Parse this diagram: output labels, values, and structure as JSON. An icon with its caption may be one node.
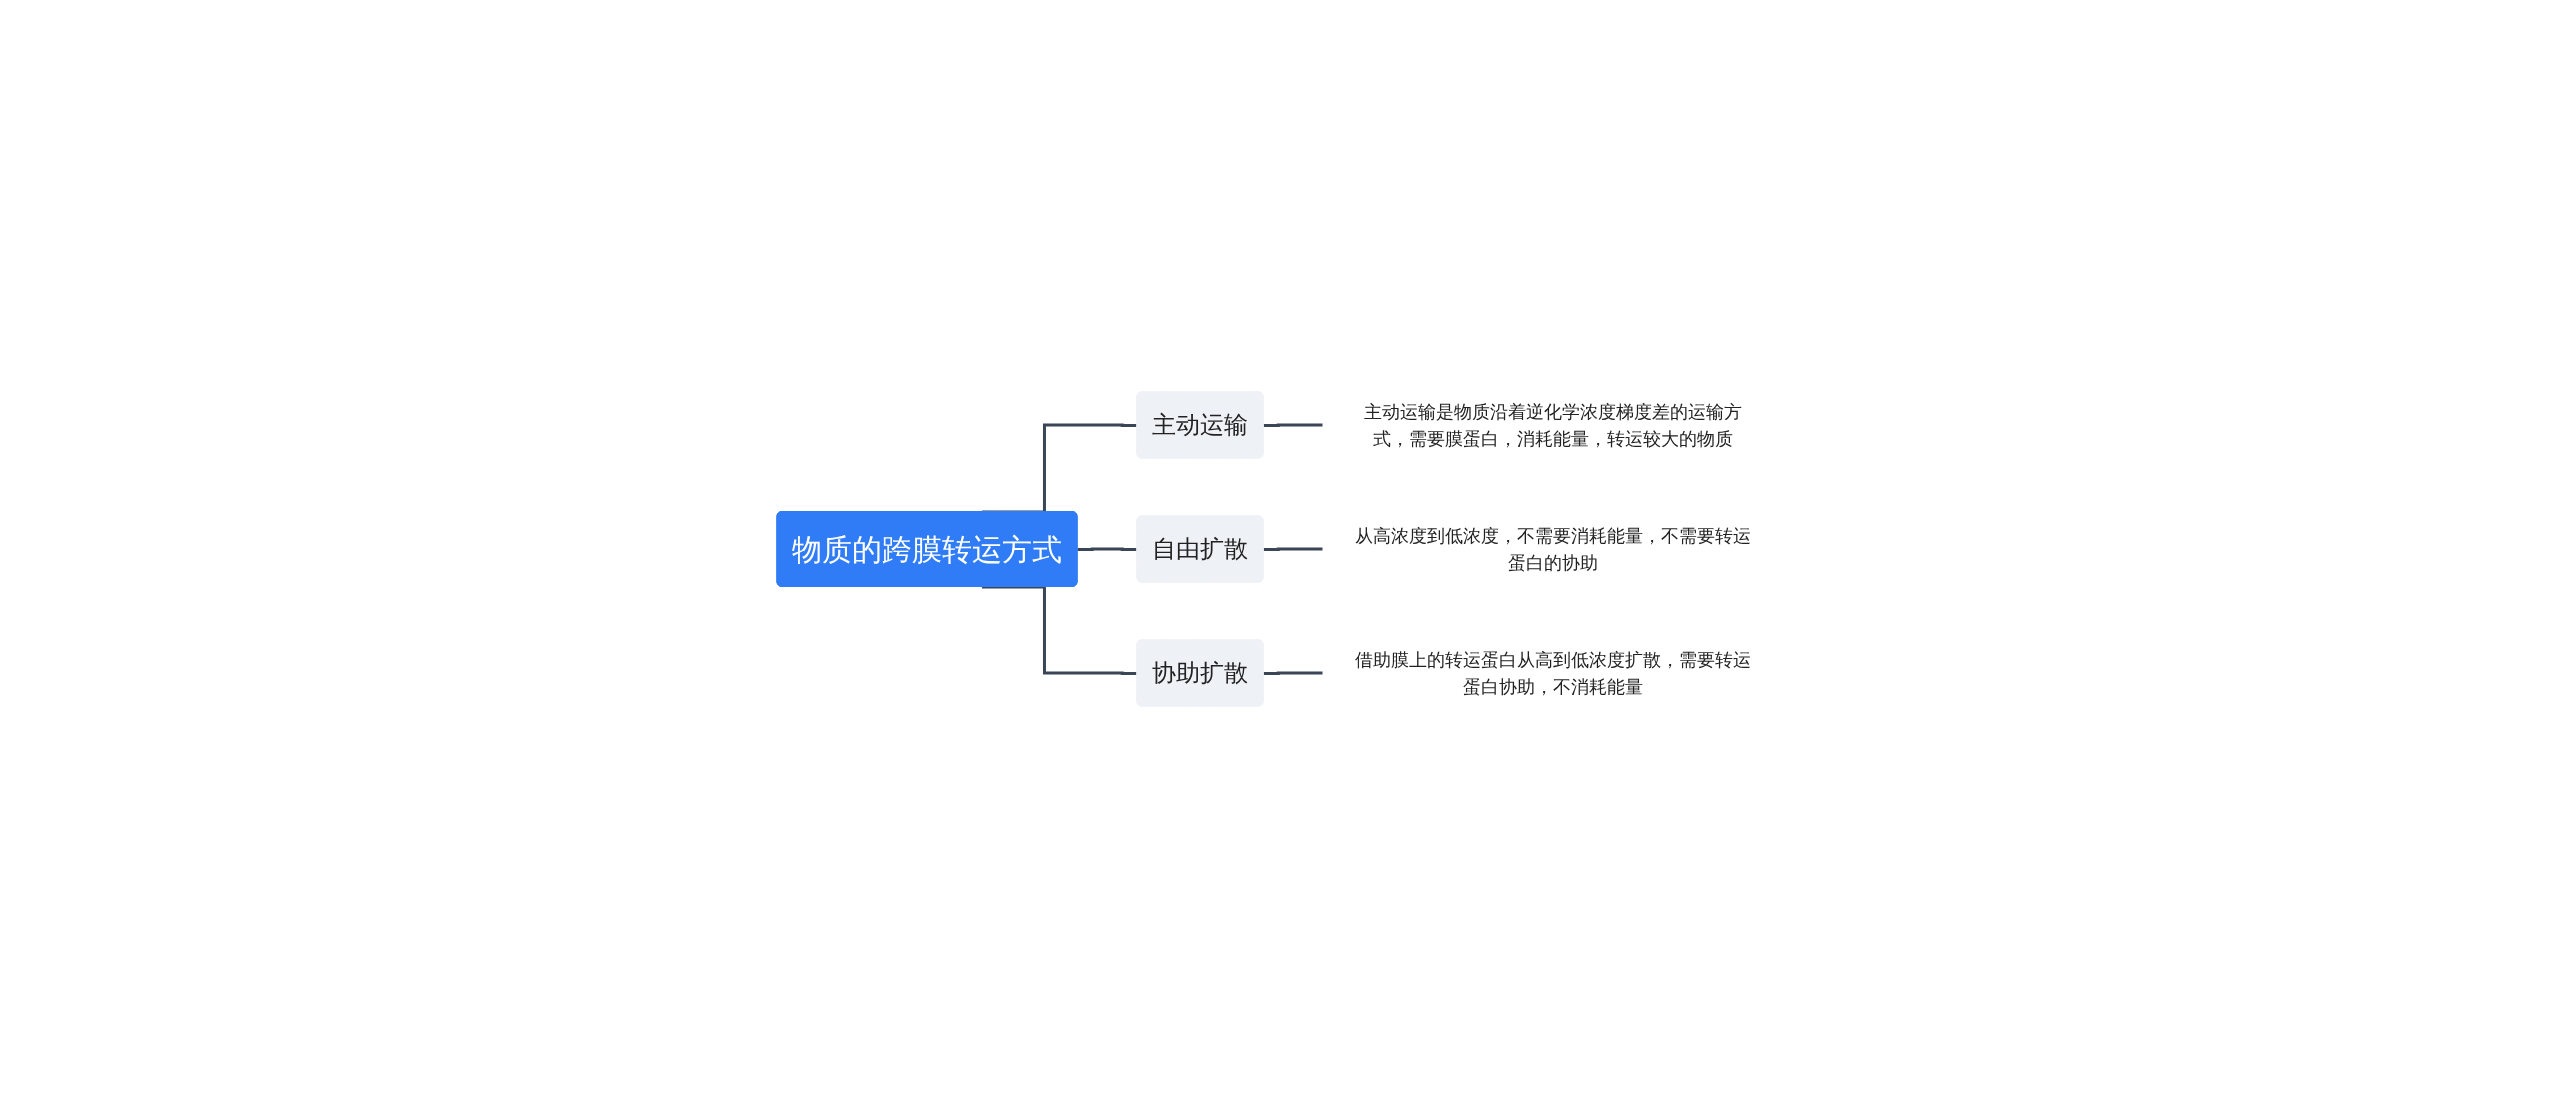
{
  "diagram": {
    "nodes": [
      {
        "text": [
          "物质的跨膜转运方式"
        ]
      },
      {
        "text": [
          "主动运输"
        ]
      },
      {
        "text": [
          "自由扩散"
        ]
      },
      {
        "text": [
          "协助扩散"
        ]
      },
      {
        "text": [
          "主动运输是物质沿着逆化学浓度梯度差的运输方式，需要膜蛋白，消耗能量，转运较大的物质"
        ]
      },
      {
        "text": [
          "从高浓度到低浓度，不需要消耗能量，不需要转运蛋白的协助"
        ]
      },
      {
        "text": [
          "借助膜上的转运蛋白从高到低浓度扩散，需要转运蛋白协助，不消耗能量"
        ]
      }
    ],
    "edges": [
      {
        "from": 0,
        "to": 1,
        "arrow": "none"
      },
      {
        "from": 0,
        "to": 2,
        "arrow": "none"
      },
      {
        "from": 0,
        "to": 3,
        "arrow": "none"
      },
      {
        "from": 1,
        "to": 4,
        "arrow": "none"
      },
      {
        "from": 2,
        "to": 5,
        "arrow": "none"
      },
      {
        "from": 3,
        "to": 6,
        "arrow": "none"
      }
    ]
  }
}
